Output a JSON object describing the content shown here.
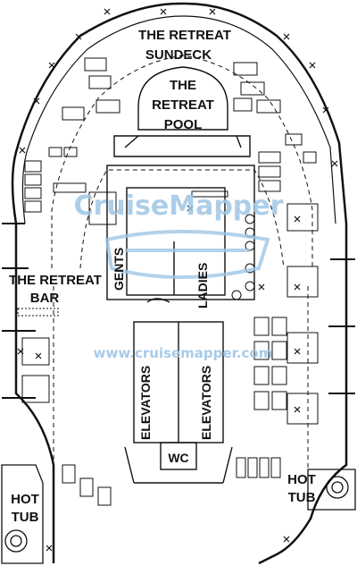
{
  "deck_plan": {
    "labels": {
      "sundeck_line1": "THE RETREAT",
      "sundeck_line2": "SUNDECK",
      "pool_line1": "THE",
      "pool_line2": "RETREAT",
      "pool_line3": "POOL",
      "bar_line1": "THE RETREAT",
      "bar_line2": "BAR",
      "gents": "GENTS",
      "ladies": "LADIES",
      "elevators_left": "ELEVATORS",
      "elevators_right": "ELEVATORS",
      "wc": "WC",
      "hot_tub_left_line1": "HOT",
      "hot_tub_left_line2": "TUB",
      "hot_tub_right_line1": "HOT",
      "hot_tub_right_line2": "TUB"
    },
    "watermarks": {
      "brand": "CruiseMapper",
      "site": "www.cruisemapper.com"
    },
    "colors": {
      "line": "#111111",
      "watermark": "#9fc6e6",
      "background": "#ffffff"
    }
  }
}
